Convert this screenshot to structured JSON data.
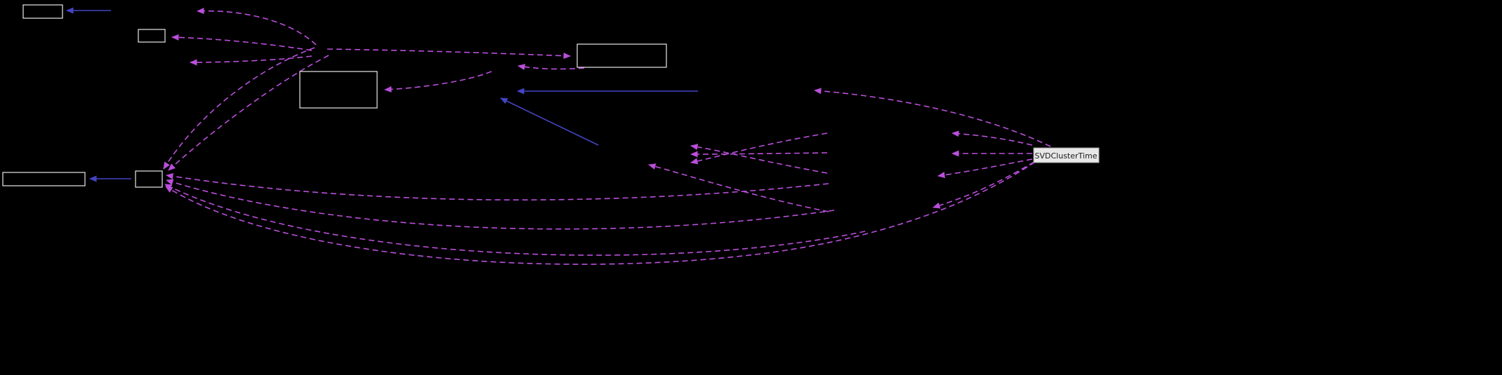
{
  "diagram": {
    "type": "collaboration-graph",
    "colors": {
      "background": "#000000",
      "dashed_edge": "#BA4FDC",
      "solid_edge": "#4444C4",
      "node_border": "#E9E9E9"
    },
    "nodes": [
      {
        "id": "node-1",
        "label": ""
      },
      {
        "id": "node-2",
        "label": ""
      },
      {
        "id": "node-3",
        "label": ""
      },
      {
        "id": "node-4",
        "label": ""
      },
      {
        "id": "node-5",
        "label": ""
      },
      {
        "id": "node-6",
        "label": ""
      },
      {
        "id": "node-svdclustertime",
        "label": "SVDClusterTime",
        "fill": "#E8E8E8",
        "text_color": "#1B1B1B"
      }
    ]
  }
}
